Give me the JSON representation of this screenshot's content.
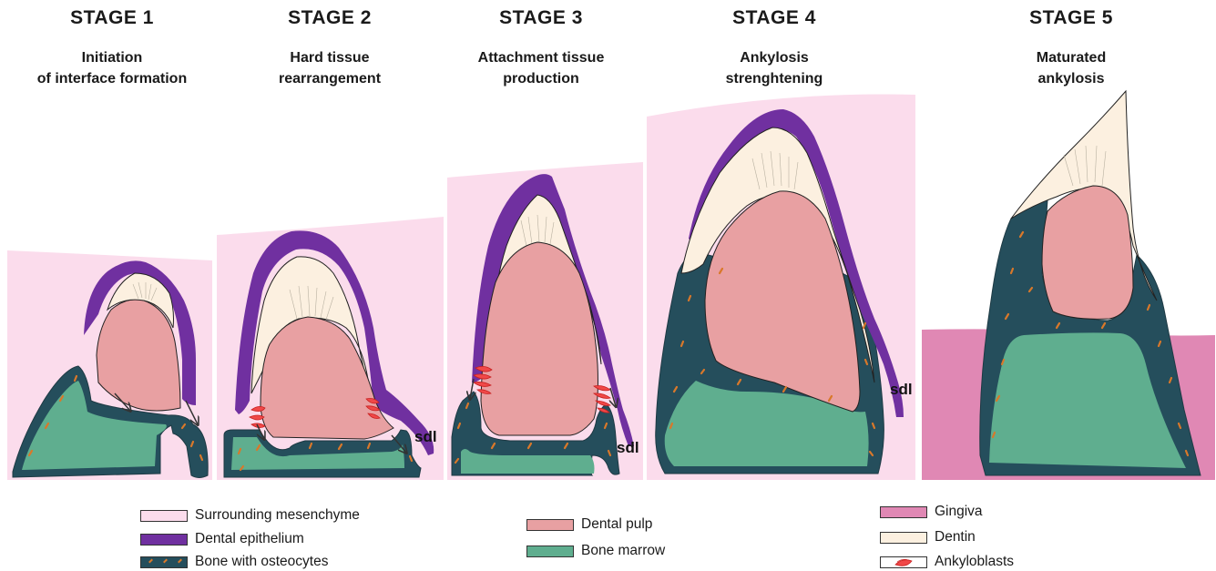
{
  "stages": [
    {
      "title": "STAGE 1",
      "subtitle": [
        "Initiation",
        "of interface formation"
      ]
    },
    {
      "title": "STAGE 2",
      "subtitle": [
        "Hard tissue",
        "rearrangement"
      ]
    },
    {
      "title": "STAGE 3",
      "subtitle": [
        "Attachment tissue",
        "production"
      ]
    },
    {
      "title": "STAGE 4",
      "subtitle": [
        "Ankylosis",
        "strenghtening"
      ]
    },
    {
      "title": "STAGE 5",
      "subtitle": [
        "Maturated",
        "ankylosis"
      ]
    }
  ],
  "labels": {
    "sdl": "sdl"
  },
  "legend": [
    {
      "label": "Surrounding mesenchyme",
      "color": "#fbdcec"
    },
    {
      "label": "Dental epithelium",
      "color": "#7030a0"
    },
    {
      "label": "Bone with osteocytes",
      "color": "#254e5c"
    },
    {
      "label": "Dental pulp",
      "color": "#e8a0a2"
    },
    {
      "label": "Bone marrow",
      "color": "#5fae8f"
    },
    {
      "label": "Gingiva",
      "color": "#e088b4"
    },
    {
      "label": "Dentin",
      "color": "#fcf0e0"
    },
    {
      "label": "Ankyloblasts",
      "color": "#f04848"
    }
  ],
  "colors": {
    "mesenchyme": "#fbdcec",
    "epithelium": "#7030a0",
    "bone": "#254e5c",
    "pulp": "#e8a0a2",
    "marrow": "#5fae8f",
    "gingiva": "#e088b4",
    "dentin": "#fcf0e0",
    "ankyloblast": "#f04848",
    "osteocyte": "#d9782a"
  }
}
